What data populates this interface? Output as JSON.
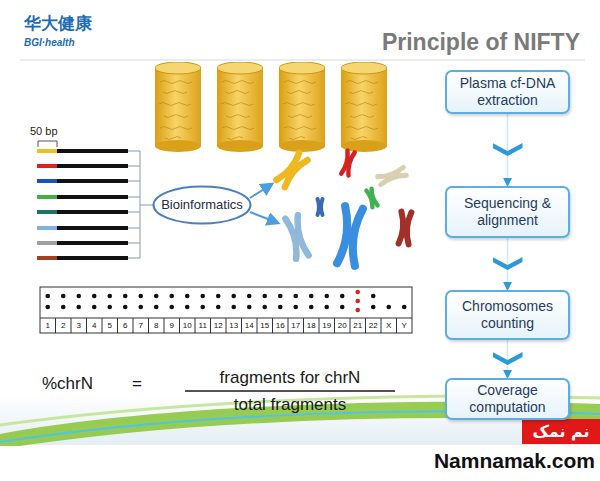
{
  "diagram": {
    "title": "Principle of NIFTY",
    "nodes": [
      {
        "text": [
          "Plasma cf-DNA extraction"
        ]
      },
      {
        "text": [
          "Bioinformatics"
        ]
      },
      {
        "text": [
          "Sequencing & alignment"
        ]
      },
      {
        "text": [
          "Chromosomes counting"
        ]
      },
      {
        "text": [
          "Coverage computation"
        ]
      }
    ],
    "edges": [
      {
        "from": 0,
        "to": 2,
        "arrow": "to"
      },
      {
        "from": 2,
        "to": 3,
        "arrow": "to"
      },
      {
        "from": 3,
        "to": 4,
        "arrow": "to"
      }
    ],
    "labels": [
      "华大健康",
      "BGI·health",
      "50 bp",
      "1",
      "2",
      "3",
      "4",
      "5",
      "6",
      "7",
      "8",
      "9",
      "10",
      "11",
      "12",
      "13",
      "14",
      "15",
      "16",
      "17",
      "18",
      "19",
      "20",
      "21",
      "22",
      "X",
      "Y",
      "%chrN",
      "=",
      "fragments for chrN",
      "total fragments",
      "نم نمک",
      "Namnamak.com"
    ]
  }
}
